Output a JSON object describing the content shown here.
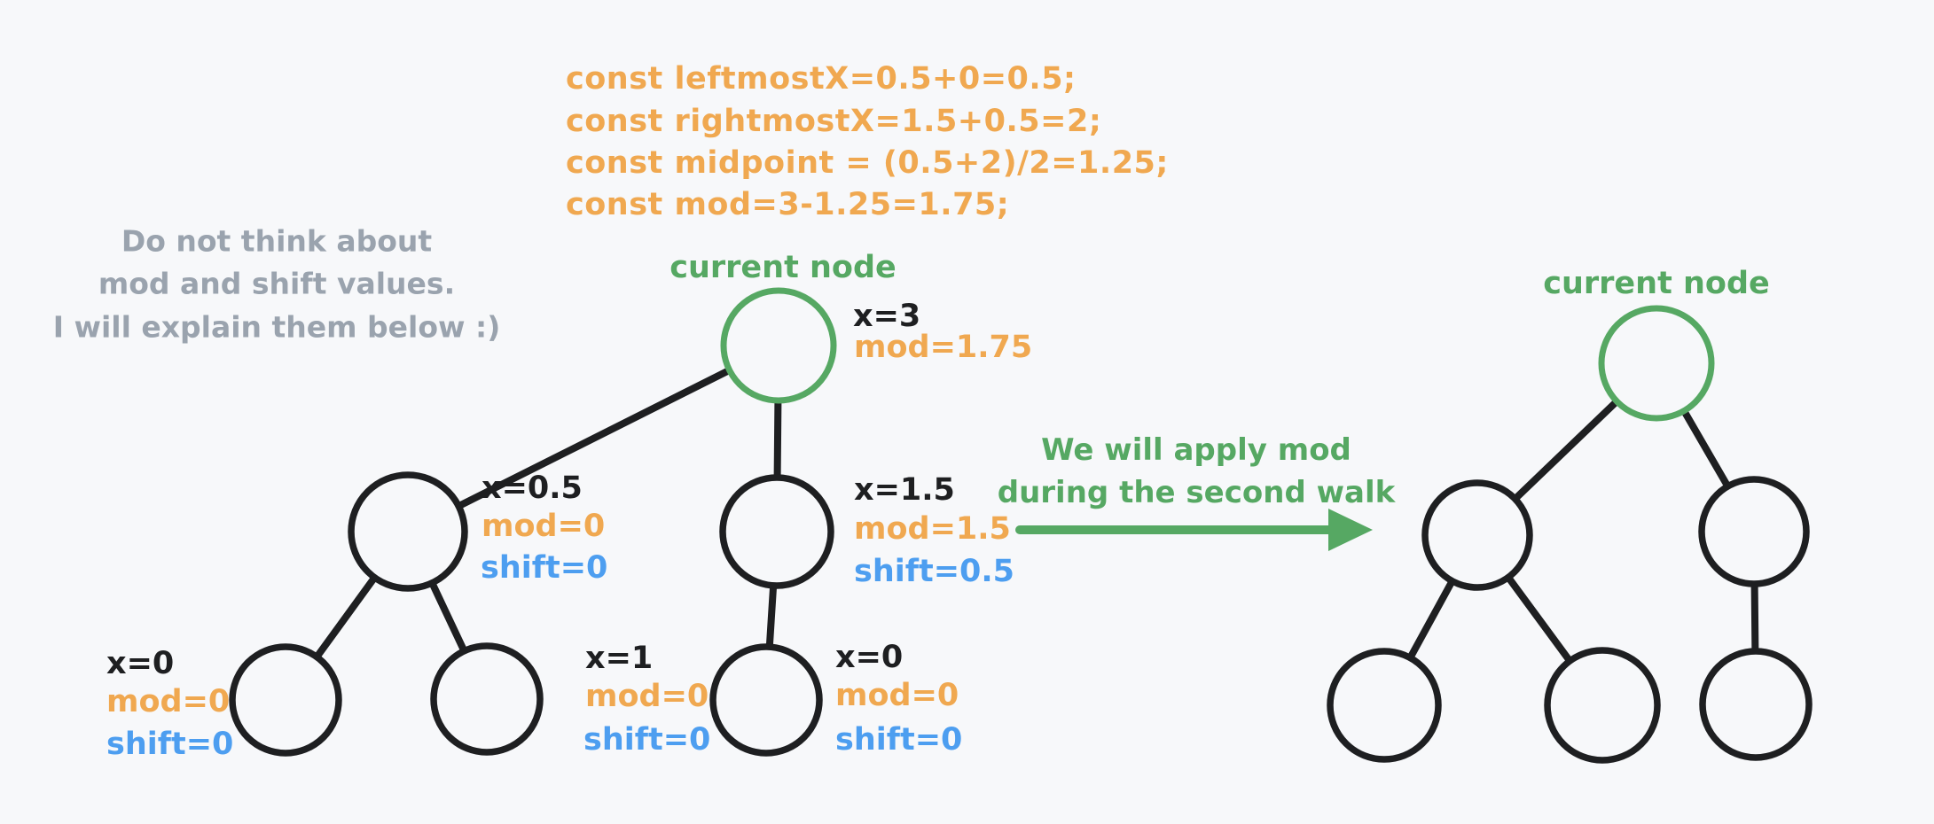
{
  "colors": {
    "background": "#f7f8fa",
    "stroke_black": "#1e1f21",
    "green": "#56a863",
    "orange": "#f0a850",
    "blue": "#4d9ef0",
    "gray": "#9aa3ae"
  },
  "code_block": {
    "lines": [
      "const leftmostX=0.5+0=0.5;",
      "const rightmostX=1.5+0.5=2;",
      "const midpoint = (0.5+2)/2=1.25;",
      "const mod=3-1.25=1.75;"
    ]
  },
  "side_note": {
    "lines": [
      "Do not think about",
      "mod and shift values.",
      "I will explain them below :)"
    ]
  },
  "left_tree": {
    "current_node_label": "current node",
    "nodes": {
      "root": {
        "x": "x=3",
        "mod": "mod=1.75"
      },
      "left_child": {
        "x": "x=0.5",
        "mod": "mod=0",
        "shift": "shift=0"
      },
      "right_child": {
        "x": "x=1.5",
        "mod": "mod=1.5",
        "shift": "shift=0.5"
      },
      "leaf_left": {
        "x": "x=0",
        "mod": "mod=0",
        "shift": "shift=0"
      },
      "leaf_mid": {
        "x": "x=1",
        "mod": "mod=0",
        "shift": "shift=0"
      },
      "leaf_right": {
        "x": "x=0",
        "mod": "mod=0",
        "shift": "shift=0"
      }
    }
  },
  "transition": {
    "caption_lines": [
      "We will apply mod",
      "during the second walk"
    ]
  },
  "right_tree": {
    "current_node_label": "current node"
  }
}
